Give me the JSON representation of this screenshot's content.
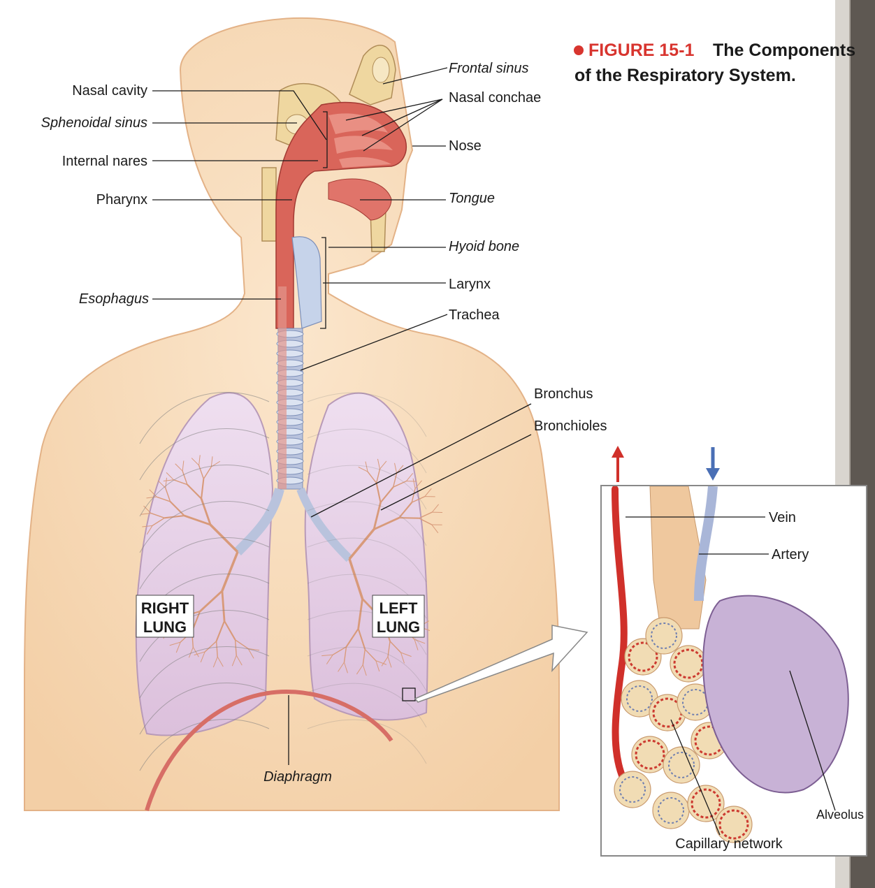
{
  "figure": {
    "number": "FIGURE 15-1",
    "caption_line1": "The Components",
    "caption_line2": "of the Respiratory System.",
    "accent_color": "#d8352f"
  },
  "labels": {
    "nasal_cavity": "Nasal cavity",
    "sphenoidal_sinus": "Sphenoidal sinus",
    "internal_nares": "Internal nares",
    "pharynx": "Pharynx",
    "esophagus": "Esophagus",
    "frontal_sinus": "Frontal sinus",
    "nasal_conchae": "Nasal conchae",
    "nose": "Nose",
    "tongue": "Tongue",
    "hyoid_bone": "Hyoid bone",
    "larynx": "Larynx",
    "trachea": "Trachea",
    "bronchus": "Bronchus",
    "bronchioles": "Bronchioles",
    "right_lung_1": "RIGHT",
    "right_lung_2": "LUNG",
    "left_lung_1": "LEFT",
    "left_lung_2": "LUNG",
    "diaphragm": "Diaphragm"
  },
  "inset": {
    "vein": "Vein",
    "artery": "Artery",
    "capillary_network": "Capillary network",
    "alveolus": "Alveolus"
  },
  "colors": {
    "skin": "#f8dcbd",
    "skin_edge": "#e7b98d",
    "airway": "#d9655a",
    "lung": "#e7d2e4",
    "cartilage": "#b9c3dd",
    "artery_red": "#d0302a",
    "vein_blue": "#4a6fb5",
    "bone": "#efd7a0"
  }
}
